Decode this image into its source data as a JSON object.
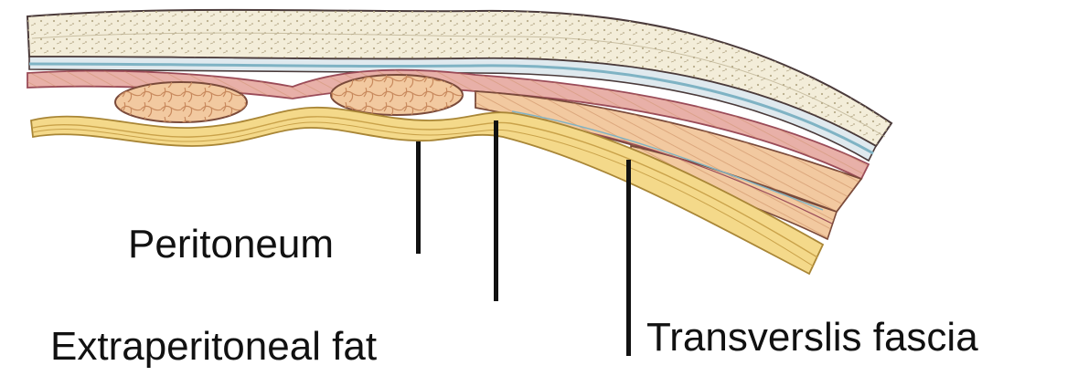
{
  "labels": {
    "peritoneum": "Peritoneum",
    "extraperitoneal_fat": "Extraperitoneal fat",
    "transversalis_fascia": "Transverslis fascia"
  },
  "colors": {
    "skin_fill": "#f3edd9",
    "skin_stipple": "#b7ab8a",
    "outline": "#4a3a3a",
    "muscle_pink": "#e8b0a8",
    "muscle_red_outline": "#9a4b58",
    "aponeurosis_blue": "#7fb3c4",
    "muscle_orange": "#f2c9a0",
    "muscle_lobule": "#c98a5e",
    "fascia_yellow": "#f4d98a",
    "fascia_yellow_dark": "#c9a24a",
    "pointer_line": "#111111"
  }
}
